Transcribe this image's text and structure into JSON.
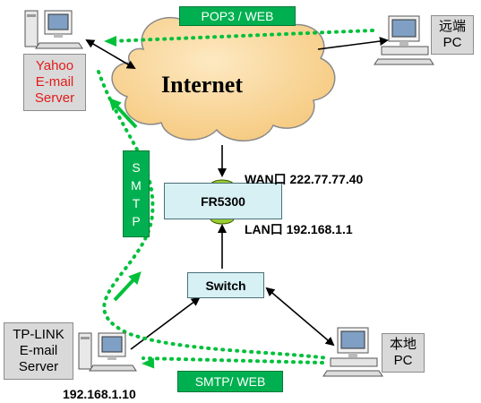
{
  "nodes": {
    "internet": "Internet",
    "router": "FR5300",
    "switch": "Switch"
  },
  "labels": {
    "yahoo_server": [
      "Yahoo",
      "E-mail",
      "Server"
    ],
    "tplink_server": [
      "TP-LINK",
      "E-mail",
      "Server"
    ],
    "remote_pc": [
      "远端",
      "PC"
    ],
    "local_pc": [
      "本地",
      "PC"
    ],
    "wan_port": "WAN口 222.77.77.40",
    "lan_port": "LAN口 192.168.1.1",
    "tplink_ip": "192.168.1.10"
  },
  "protocols": {
    "pop3_web": "POP3 / WEB",
    "smtp_vertical": [
      "S",
      "M",
      "T",
      "P"
    ],
    "smtp_web": "SMTP/ WEB"
  },
  "colors": {
    "flow_green": "#00c03a",
    "label_green": "#00b050",
    "cloud_fill": "#f9d9a0",
    "device_box": "#d6f0f4",
    "yahoo_red": "#e31b1b"
  },
  "icons": [
    "server-computer-icon",
    "desktop-pc-icon",
    "cloud-icon"
  ]
}
